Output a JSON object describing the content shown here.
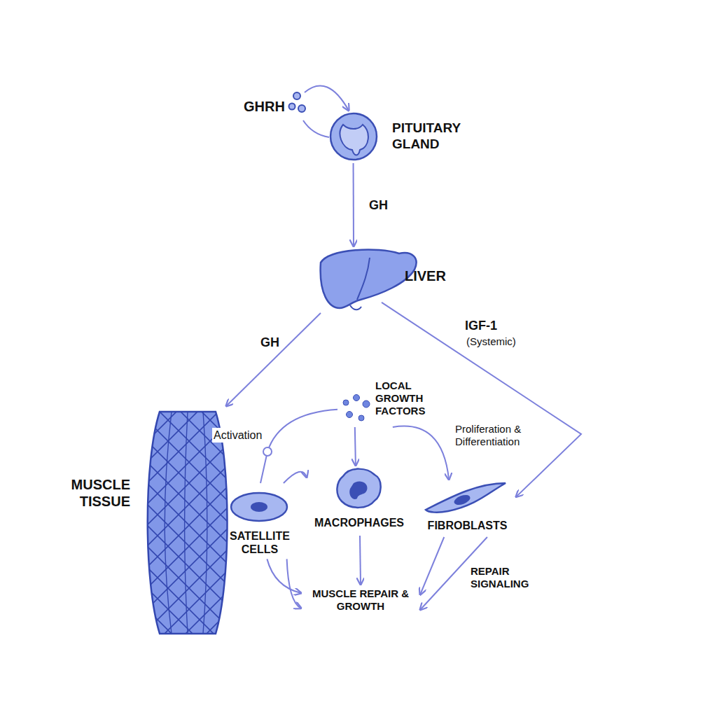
{
  "diagram": {
    "nodes": [
      {
        "text": [
          "GHRH"
        ]
      },
      {
        "text": [
          "PITUITARY GLAND"
        ]
      },
      {
        "text": [
          "LIVER"
        ]
      },
      {
        "text": [
          "MUSCLE TISSUE"
        ]
      },
      {
        "text": [
          "LOCAL GROWTH FACTORS"
        ]
      },
      {
        "text": [
          "SATELLITE CELLS"
        ]
      },
      {
        "text": [
          "MACROPHAGES"
        ]
      },
      {
        "text": [
          "FIBROBLASTS"
        ]
      },
      {
        "text": [
          "MUSCLE REPAIR & GROWTH"
        ]
      }
    ],
    "edges": [
      {
        "from": 0,
        "to": 1,
        "arrow": "to"
      },
      {
        "from": 1,
        "to": 2,
        "label": "GH",
        "arrow": "to"
      },
      {
        "from": 2,
        "to": 3,
        "label": "GH",
        "arrow": "to"
      },
      {
        "from": 2,
        "to": 7,
        "label": "IGF-1",
        "arrow": "to"
      },
      {
        "from": 4,
        "to": 5,
        "label": "Activation",
        "arrow": "none"
      },
      {
        "from": 4,
        "to": 6,
        "arrow": "to"
      },
      {
        "from": 4,
        "to": 7,
        "label": "Proliferation & Differentiation",
        "arrow": "to"
      },
      {
        "from": 5,
        "to": 6,
        "arrow": "to"
      },
      {
        "from": 5,
        "to": 8,
        "arrow": "to"
      },
      {
        "from": 5,
        "to": 8,
        "arrow": "to"
      },
      {
        "from": 6,
        "to": 8,
        "arrow": "to"
      },
      {
        "from": 7,
        "to": 8,
        "arrow": "to"
      },
      {
        "from": 7,
        "to": 8,
        "label": "REPAIR SIGNALING",
        "arrow": "to"
      }
    ],
    "labels": [
      "(Systemic)"
    ]
  }
}
